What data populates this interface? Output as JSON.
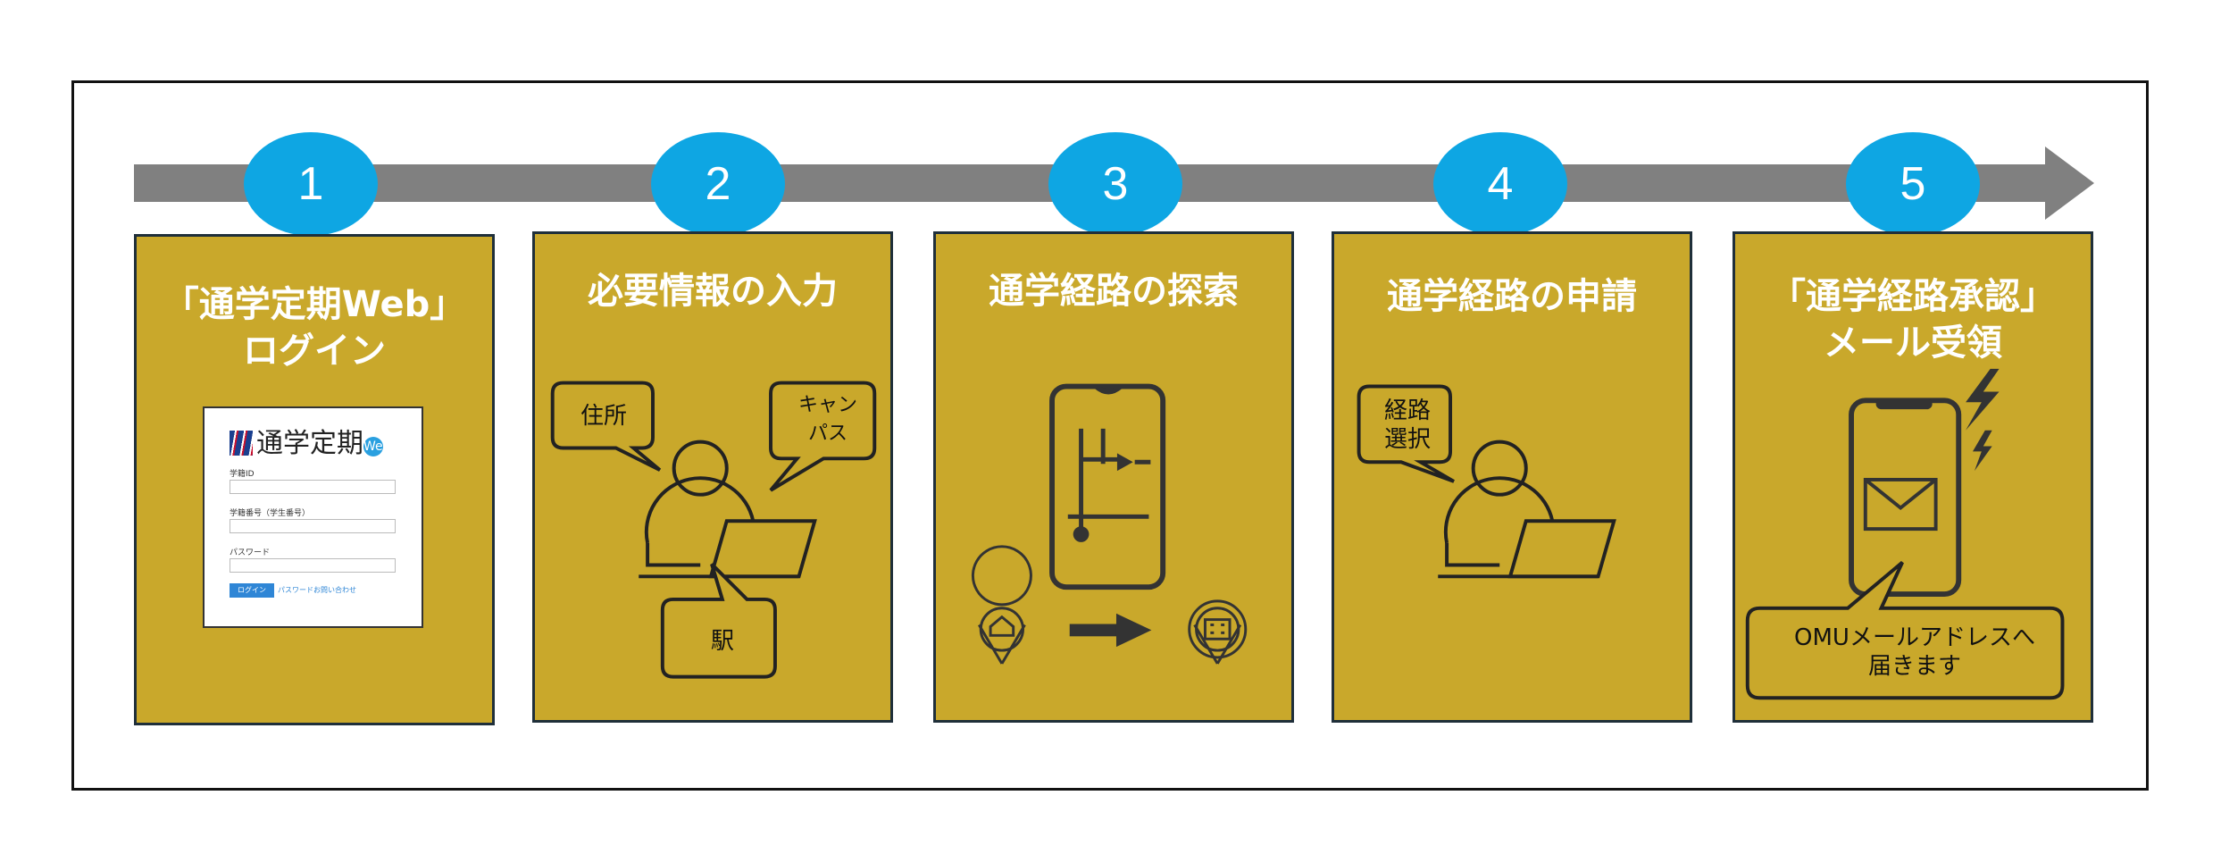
{
  "steps": [
    {
      "number": "1",
      "title": "「通学定期Web」\nログイン"
    },
    {
      "number": "2",
      "title": "必要情報の入力"
    },
    {
      "number": "3",
      "title": "通学経路の探索"
    },
    {
      "number": "4",
      "title": "通学経路の申請"
    },
    {
      "number": "5",
      "title": "「通学経路承認」\nメール受領"
    }
  ],
  "login_card": {
    "brand": "通学定期",
    "brand_badge": "Web",
    "field1_label": "学籍ID",
    "field2_label": "学籍番号（学生番号）",
    "field3_label": "パスワード",
    "login_button": "ログイン",
    "forgot_link": "パスワードお問い合わせ"
  },
  "step2_bubbles": {
    "address": "住所",
    "campus": "キャン\nパス",
    "station": "駅"
  },
  "step4_bubble": "経路\n選択",
  "step5_bubble": "OMUメールアドレスへ\n届きます",
  "colors": {
    "panel": "#c9a82b",
    "number_circle": "#0ea6e3",
    "arrow": "#808080",
    "outline": "#1f2f3a"
  }
}
